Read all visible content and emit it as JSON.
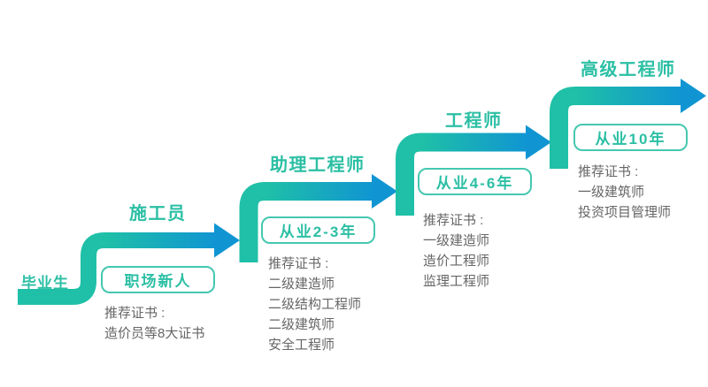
{
  "colors": {
    "teal": "#1FC0A7",
    "blue": "#1095D2",
    "title_teal": "#2BBFA4",
    "badge_border": "#45C7B1",
    "badge_text": "#2BBFA4",
    "cert_text": "#666666",
    "background": "#FFFFFF"
  },
  "stages": [
    {
      "title": "毕业生"
    },
    {
      "title": "施工员",
      "badge": "职场新人",
      "cert_heading": "推荐证书 :",
      "certs": [
        "造价员等8大证书"
      ]
    },
    {
      "title": "助理工程师",
      "badge": "从业2-3年",
      "cert_heading": "推荐证书 :",
      "certs": [
        "二级建造师",
        "二级结构工程师",
        "二级建筑师",
        "安全工程师"
      ]
    },
    {
      "title": "工程师",
      "badge": "从业4-6年",
      "cert_heading": "推荐证书 :",
      "certs": [
        "一级建造师",
        "造价工程师",
        "监理工程师"
      ]
    },
    {
      "title": "高级工程师",
      "badge": "从业10年",
      "cert_heading": "推荐证书 :",
      "certs": [
        "一级建筑师",
        "投资项目管理师"
      ]
    }
  ]
}
